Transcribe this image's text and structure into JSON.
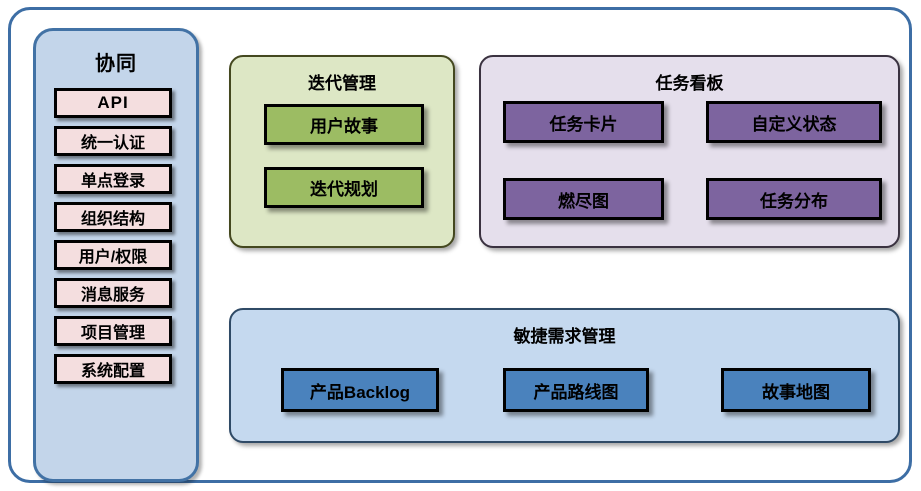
{
  "diagram": {
    "sidebar": {
      "title": "协同",
      "items": [
        {
          "label": "API"
        },
        {
          "label": "统一认证"
        },
        {
          "label": "单点登录"
        },
        {
          "label": "组织结构"
        },
        {
          "label": "用户/权限"
        },
        {
          "label": "消息服务"
        },
        {
          "label": "项目管理"
        },
        {
          "label": "系统配置"
        }
      ]
    },
    "panels": {
      "iteration": {
        "title": "迭代管理",
        "nodes": [
          {
            "label": "用户故事"
          },
          {
            "label": "迭代规划"
          }
        ]
      },
      "taskboard": {
        "title": "任务看板",
        "nodes": [
          {
            "label": "任务卡片"
          },
          {
            "label": "自定义状态"
          },
          {
            "label": "燃尽图"
          },
          {
            "label": "任务分布"
          }
        ]
      },
      "agile": {
        "title": "敏捷需求管理",
        "nodes": [
          {
            "label": "产品Backlog"
          },
          {
            "label": "产品路线图"
          },
          {
            "label": "故事地图"
          }
        ]
      }
    },
    "colors": {
      "frame_border": "#3d6ea5",
      "sidebar_bg": "#c3d5ea",
      "sidebar_item_bg": "#f4dedf",
      "iteration_panel_bg": "#dde7c5",
      "iteration_node_bg": "#9cbc63",
      "taskboard_panel_bg": "#e5dfec",
      "taskboard_node_bg": "#7d649f",
      "agile_panel_bg": "#c5d9ef",
      "agile_node_bg": "#4a82bd",
      "node_border": "#000000"
    }
  }
}
